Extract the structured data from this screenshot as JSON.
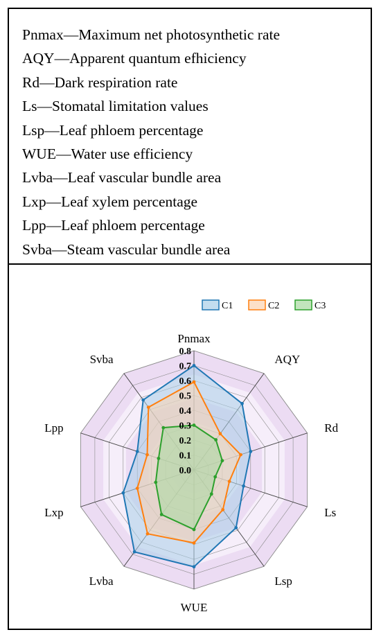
{
  "abbreviations": [
    "Pnmax—Maximum net photosynthetic rate",
    "AQY—Apparent quantum efhiciency",
    "Rd—Dark respiration rate",
    "Ls—Stomatal limitation values",
    "Lsp—Leaf phloem percentage",
    "WUE—Water use efficiency",
    "Lvba—Leaf vascular bundle area",
    "Lxp—Leaf xylem percentage",
    "Lpp—Leaf phloem percentage",
    "Svba—Steam vascular bundle area"
  ],
  "chart_data": {
    "type": "radar",
    "axes": [
      "Pnmax",
      "AQY",
      "Rd",
      "Ls",
      "Lsp",
      "WUE",
      "Lvba",
      "Lxp",
      "Lpp",
      "Svba"
    ],
    "range": [
      0,
      0.8
    ],
    "ticks": [
      "0.0",
      "0.1",
      "0.2",
      "0.3",
      "0.4",
      "0.5",
      "0.6",
      "0.7",
      "0.8"
    ],
    "legend_position": "top-right",
    "series": [
      {
        "name": "C1",
        "color": "#1f77b4",
        "fill": "#a9cfe8",
        "values": [
          0.7,
          0.55,
          0.4,
          0.35,
          0.48,
          0.65,
          0.68,
          0.5,
          0.4,
          0.58
        ]
      },
      {
        "name": "C2",
        "color": "#ff7f0e",
        "fill": "#fbd3b0",
        "values": [
          0.59,
          0.3,
          0.33,
          0.25,
          0.33,
          0.49,
          0.53,
          0.4,
          0.33,
          0.52
        ]
      },
      {
        "name": "C3",
        "color": "#2ca02c",
        "fill": "#a8d8a0",
        "values": [
          0.3,
          0.25,
          0.2,
          0.15,
          0.2,
          0.4,
          0.37,
          0.27,
          0.25,
          0.35
        ]
      }
    ],
    "background_rings": "#ead8f2",
    "grid": true
  }
}
